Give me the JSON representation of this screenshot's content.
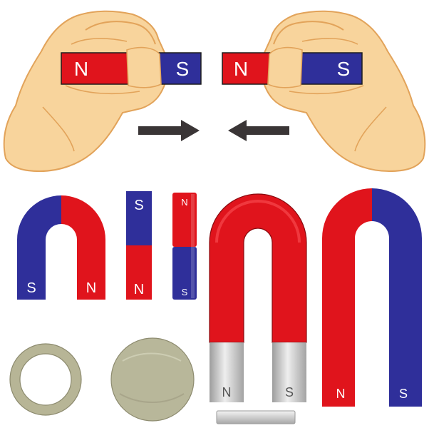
{
  "colors": {
    "north": "#e0141c",
    "south": "#2f2f9a",
    "skin": "#f8d49c",
    "skin_outline": "#e2a35a",
    "arrow": "#3a3536",
    "steel_light": "#e6e6e6",
    "steel_dark": "#a9a9a9",
    "disc": "#b8b79a"
  },
  "icons": [
    "hand-left-icon",
    "hand-right-icon",
    "arrow-right-icon",
    "arrow-left-icon"
  ],
  "labels": {
    "bar_left": {
      "n": "N",
      "s": "S"
    },
    "bar_right": {
      "n": "N",
      "s": "S"
    },
    "horseshoe_small": {
      "s": "S",
      "n": "N"
    },
    "bar_vertical": {
      "s": "S",
      "n": "N"
    },
    "rod_thin": {
      "n": "N",
      "s": "S"
    },
    "u_magnet": {
      "n": "N",
      "s": "S"
    },
    "u_magnet_long": {
      "n": "N",
      "s": "S"
    }
  }
}
